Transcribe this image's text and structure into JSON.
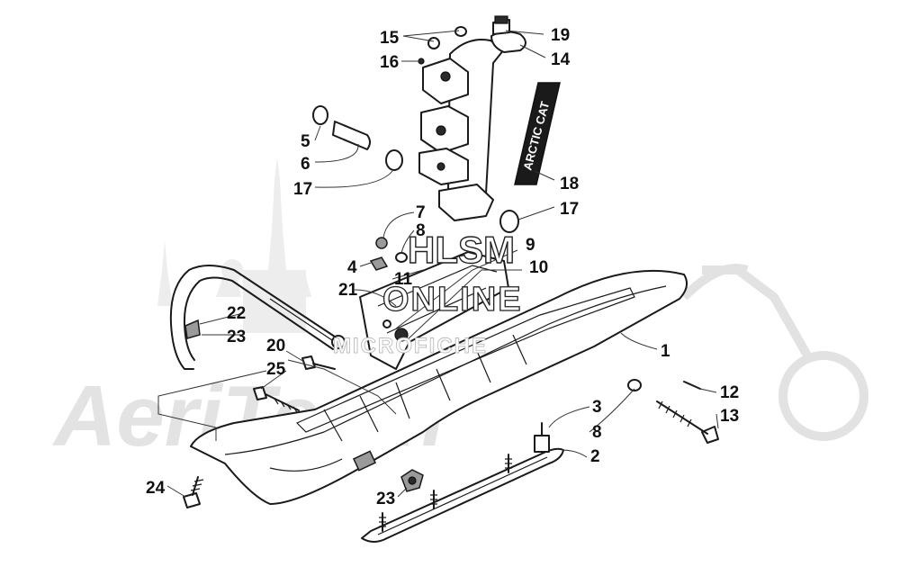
{
  "watermark": {
    "brand": "AeriTeam",
    "site_line1": "HLSM",
    "site_line2": "ONLINE",
    "site_line3": "MICROFICHE"
  },
  "decal": {
    "text": "ARCTIC CAT"
  },
  "callouts": [
    {
      "id": "c15",
      "num": "15"
    },
    {
      "id": "c19",
      "num": "19"
    },
    {
      "id": "c16",
      "num": "16"
    },
    {
      "id": "c14",
      "num": "14"
    },
    {
      "id": "c5",
      "num": "5"
    },
    {
      "id": "c6",
      "num": "6"
    },
    {
      "id": "c17a",
      "num": "17"
    },
    {
      "id": "c18",
      "num": "18"
    },
    {
      "id": "c17b",
      "num": "17"
    },
    {
      "id": "c7",
      "num": "7"
    },
    {
      "id": "c8a",
      "num": "8"
    },
    {
      "id": "c9",
      "num": "9"
    },
    {
      "id": "c4",
      "num": "4"
    },
    {
      "id": "c11",
      "num": "11"
    },
    {
      "id": "c10",
      "num": "10"
    },
    {
      "id": "c21",
      "num": "21"
    },
    {
      "id": "c22",
      "num": "22"
    },
    {
      "id": "c23a",
      "num": "23"
    },
    {
      "id": "c1",
      "num": "1"
    },
    {
      "id": "c20",
      "num": "20"
    },
    {
      "id": "c25",
      "num": "25"
    },
    {
      "id": "c12",
      "num": "12"
    },
    {
      "id": "c3",
      "num": "3"
    },
    {
      "id": "c13",
      "num": "13"
    },
    {
      "id": "c8b",
      "num": "8"
    },
    {
      "id": "c2",
      "num": "2"
    },
    {
      "id": "c24",
      "num": "24"
    },
    {
      "id": "c23b",
      "num": "23"
    }
  ]
}
